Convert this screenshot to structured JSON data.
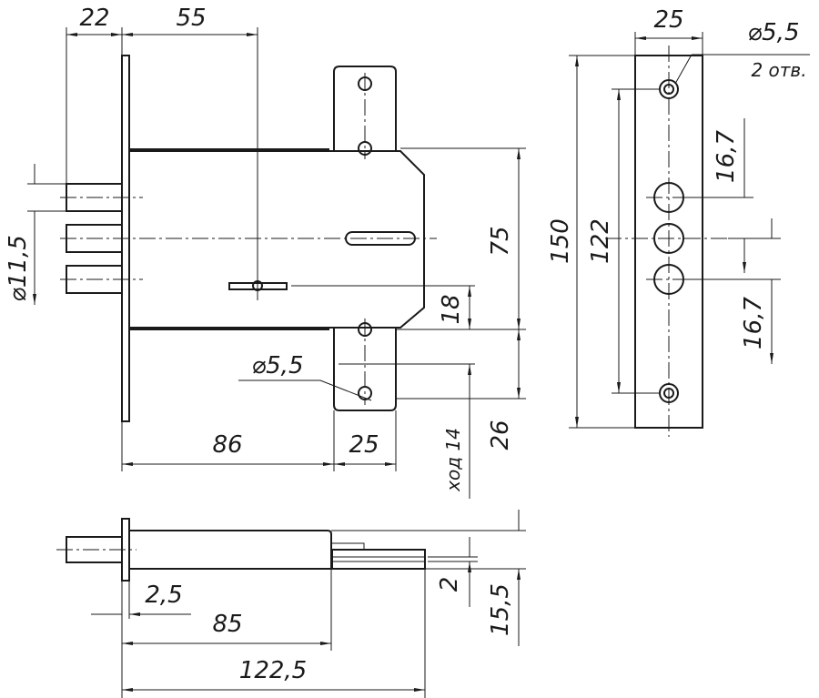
{
  "front_view": {
    "dim_22": "22",
    "dim_55": "55",
    "dim_dia_11_5": "⌀11,5",
    "dim_75": "75",
    "dim_18": "18",
    "dim_dia_5_5": "⌀5,5",
    "dim_86": "86",
    "dim_25": "25",
    "dim_travel_14": "ход 14",
    "dim_26": "26"
  },
  "strip_view": {
    "dim_25": "25",
    "dim_dia_5_5": "⌀5,5",
    "holes_note": "2 отв.",
    "dim_16_7_top": "16,7",
    "dim_150": "150",
    "dim_122": "122",
    "dim_16_7_bottom": "16,7"
  },
  "top_view": {
    "dim_2_5": "2,5",
    "dim_85": "85",
    "dim_122_5": "122,5",
    "dim_2": "2",
    "dim_15_5": "15,5"
  }
}
